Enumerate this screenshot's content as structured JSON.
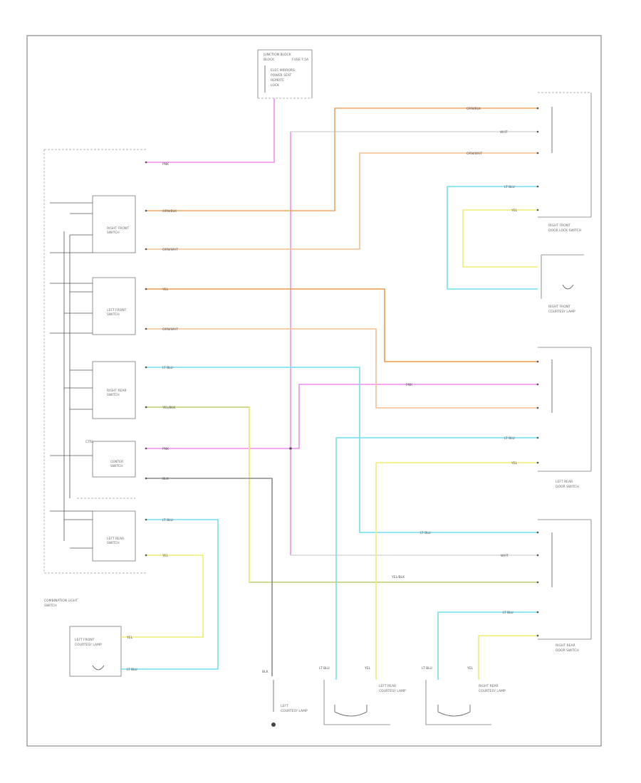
{
  "diagram": {
    "footer_code": "",
    "components": {
      "junction_block": {
        "title": "JUNCTION BLOCK",
        "sub": "BLOCK",
        "fuse": "FUSE 7.5A",
        "lines": [
          "ELEC MIRRORS",
          "POWER SEAT",
          "REMOTE",
          "LOCK"
        ]
      },
      "combination_switch": {
        "title": "COMBINATION LIGHT",
        "sub": "SWITCH"
      },
      "rf_switch": {
        "title": "RIGHT FRONT",
        "sub": "SWITCH"
      },
      "lf_switch": {
        "title": "LEFT FRONT",
        "sub": "SWITCH"
      },
      "rr_switch": {
        "title": "RIGHT REAR",
        "sub": "SWITCH"
      },
      "center_switch": {
        "title": "CENTER",
        "sub": "SWITCH",
        "label": "CTRL"
      },
      "lr_switch": {
        "title": "LEFT REAR",
        "sub": "SWITCH"
      },
      "rf_door_switch": {
        "title": "RIGHT FRONT",
        "sub": "DOOR LOCK SWITCH"
      },
      "rf_courtesy": {
        "title": "RIGHT FRONT",
        "sub": "COURTESY LAMP"
      },
      "left_rear_switch": {
        "title": "LEFT REAR",
        "sub": "DOOR SWITCH"
      },
      "right_rear_switch": {
        "title": "RIGHT REAR",
        "sub": "DOOR SWITCH"
      },
      "left_front_lamp": {
        "title": "LEFT FRONT",
        "sub": "COURTESY LAMP"
      },
      "left_rear_lamp": {
        "title": "LEFT REAR",
        "sub": "COURTESY LAMP"
      },
      "right_rear_lamp": {
        "title": "RIGHT REAR",
        "sub": "COURTESY LAMP"
      },
      "ground_lamp": {
        "title": "LEFT",
        "sub": "COURTESY LAMP"
      }
    },
    "wire_codes": {
      "pink": "PNK",
      "orange": "ORN/BLK",
      "lorange": "ORN/WHT",
      "cyan": "LT BLU",
      "yellow": "YEL",
      "olive": "YEL/BLK",
      "gray": "BLK",
      "white": "WHT"
    }
  }
}
